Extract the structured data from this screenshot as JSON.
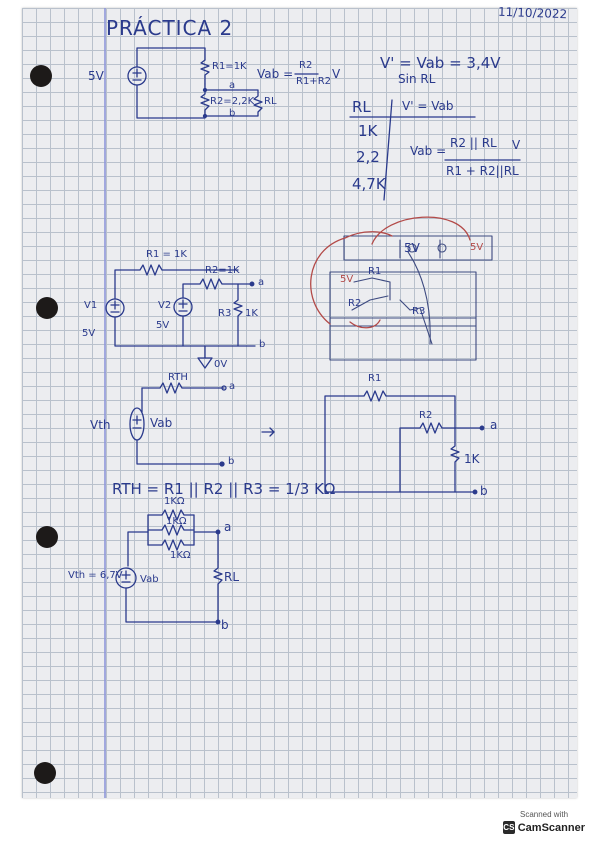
{
  "header": {
    "title": "PRÁCTICA 2",
    "date": "11/10/2022"
  },
  "circuit1": {
    "source": "5V",
    "r1": "R1=1K",
    "r2": "R2=2,2K",
    "rl": "RL",
    "node_a": "a",
    "node_b": "b",
    "vab_formula_left": "Vab =",
    "vab_num": "R2",
    "vab_den": "R1+R2",
    "vab_unit": "V"
  },
  "note": {
    "line1": "V' = Vab = 3,4V",
    "line2": "Sin RL"
  },
  "table": {
    "col1": "RL",
    "col2": "V' = Vab",
    "rows": [
      "1K",
      "2,2",
      "4,7K"
    ]
  },
  "formula2": {
    "left": "Vab =",
    "num": "R2 || RL",
    "unit": "V",
    "den": "R1 + R2||RL"
  },
  "circuit2": {
    "r1": "R1 = 1K",
    "r2": "R2=1K",
    "r3": "R3",
    "r3_value": "1K",
    "v1": "V1",
    "v1_value": "5V",
    "v2": "V2",
    "v2_value": "5V",
    "node_a": "a",
    "node_b": "b",
    "ground": "0V"
  },
  "thevenin": {
    "rth": "RTH",
    "vth": "Vth",
    "vab": "Vab",
    "node_a": "a",
    "node_b": "b"
  },
  "rth_formula": "RTH = R1 || R2 || R3 = 1/3 KΩ",
  "circuit3": {
    "r1": "R1",
    "r2": "R2",
    "r3_value": "1K",
    "node_a": "a",
    "node_b": "b"
  },
  "breadboard": {
    "v_label": "5V",
    "r1": "R1",
    "r2": "R2",
    "r3": "R3",
    "v_left": "5V",
    "v_right": "5V"
  },
  "circuit4": {
    "r_top": "1KΩ",
    "r_mid": "1KΩ",
    "r_bot": "1KΩ",
    "vth": "Vth = 6,7V",
    "vab": "Vab",
    "rl": "RL",
    "node_a": "a",
    "node_b": "b"
  },
  "scanner": {
    "scanned_with": "Scanned with",
    "app": "CamScanner"
  },
  "ink_color": "#2a3a8c",
  "redline_color": "#b34a48"
}
